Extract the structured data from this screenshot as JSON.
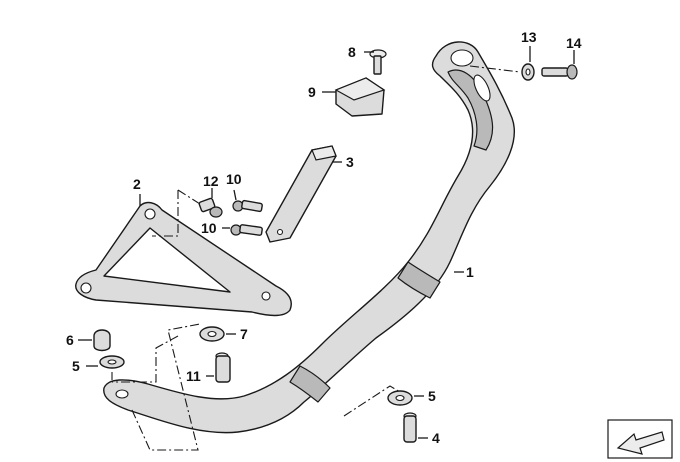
{
  "callouts": {
    "c1": "1",
    "c2": "2",
    "c3": "3",
    "c4": "4",
    "c5a": "5",
    "c5b": "5",
    "c6": "6",
    "c7": "7",
    "c8": "8",
    "c9": "9",
    "c10a": "10",
    "c10b": "10",
    "c11": "11",
    "c12": "12",
    "c13": "13",
    "c14": "14"
  },
  "icons": {
    "orientation": "arrow-direction-icon"
  },
  "colors": {
    "part_fill": "#dcdcdc",
    "outline": "#1a1a1a",
    "background": "#ffffff"
  }
}
